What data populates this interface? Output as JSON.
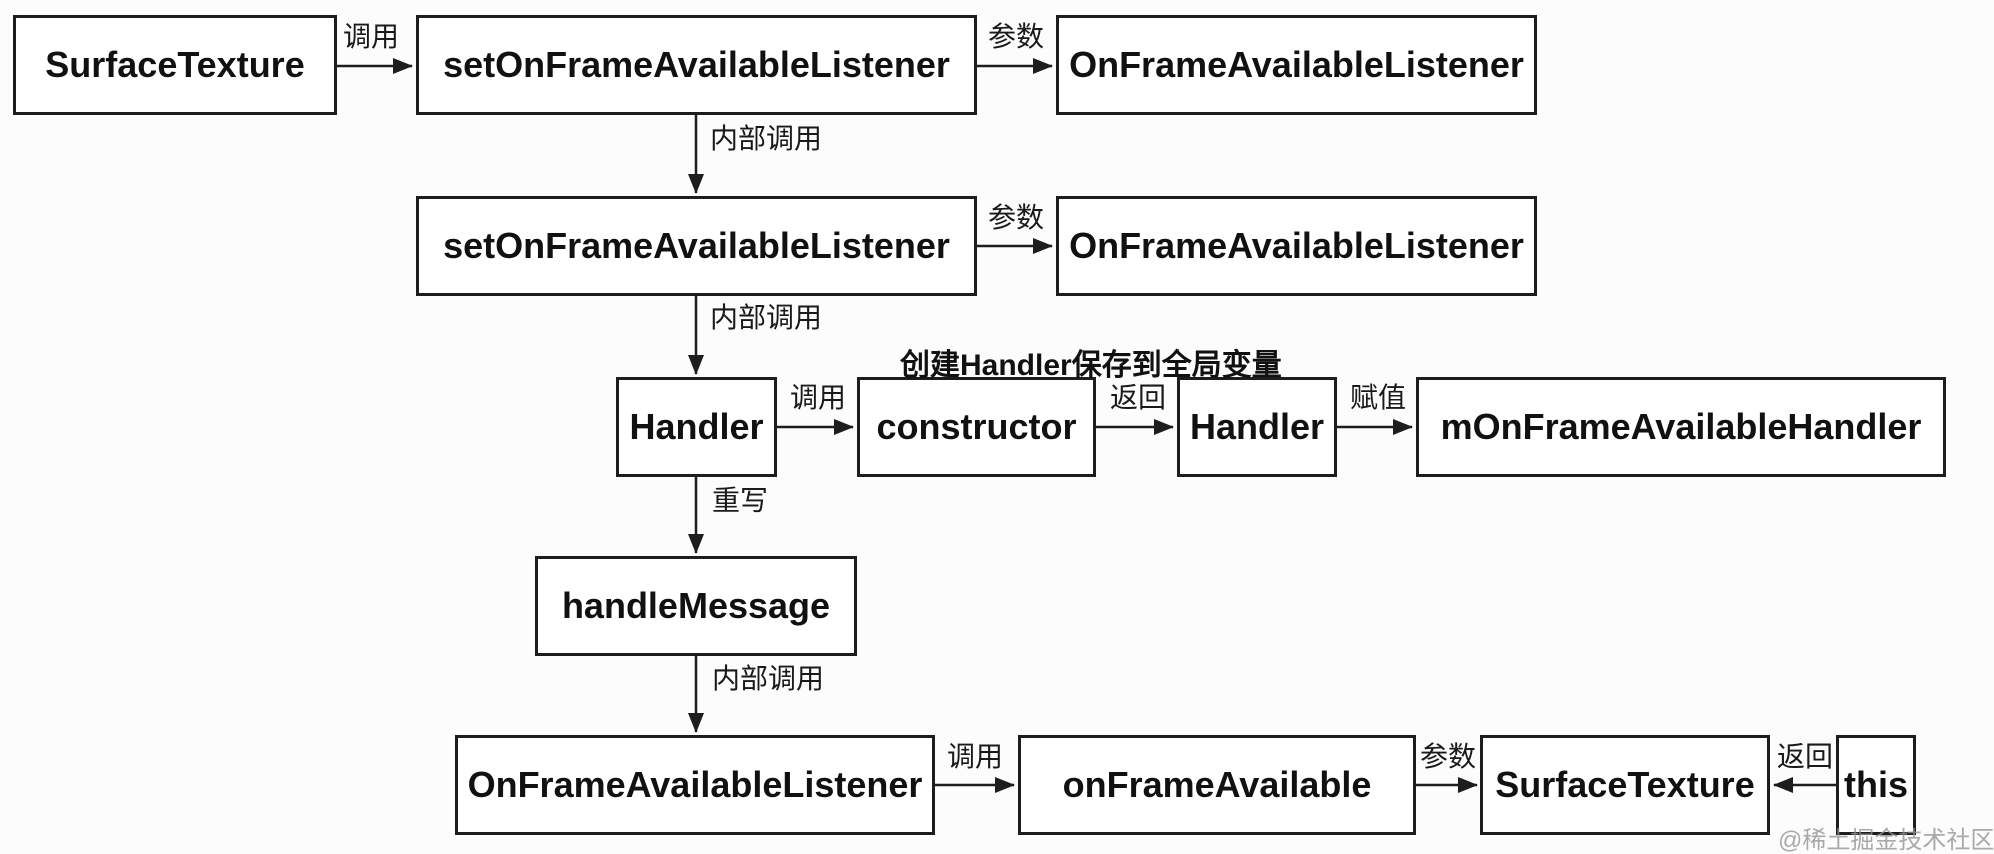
{
  "note": "创建Handler保存到全局变量",
  "watermark": "@稀土掘金技术社区",
  "nodes": {
    "surface_texture_1": "SurfaceTexture",
    "set_listener_1": "setOnFrameAvailableListener",
    "on_frame_listener_1": "OnFrameAvailableListener",
    "set_listener_2": "setOnFrameAvailableListener",
    "on_frame_listener_2": "OnFrameAvailableListener",
    "handler_1": "Handler",
    "constructor": "constructor",
    "handler_2": "Handler",
    "m_on_frame_available_handler": "mOnFrameAvailableHandler",
    "handle_message": "handleMessage",
    "on_frame_listener_3": "OnFrameAvailableListener",
    "on_frame_available": "onFrameAvailable",
    "surface_texture_2": "SurfaceTexture",
    "this_ref": "this"
  },
  "edge_labels": {
    "call_1": "调用",
    "param_1": "参数",
    "internal_call_1": "内部调用",
    "param_2": "参数",
    "internal_call_2": "内部调用",
    "call_2": "调用",
    "return_1": "返回",
    "assign_1": "赋值",
    "override_1": "重写",
    "internal_call_3": "内部调用",
    "call_3": "调用",
    "param_3": "参数",
    "return_2": "返回"
  }
}
